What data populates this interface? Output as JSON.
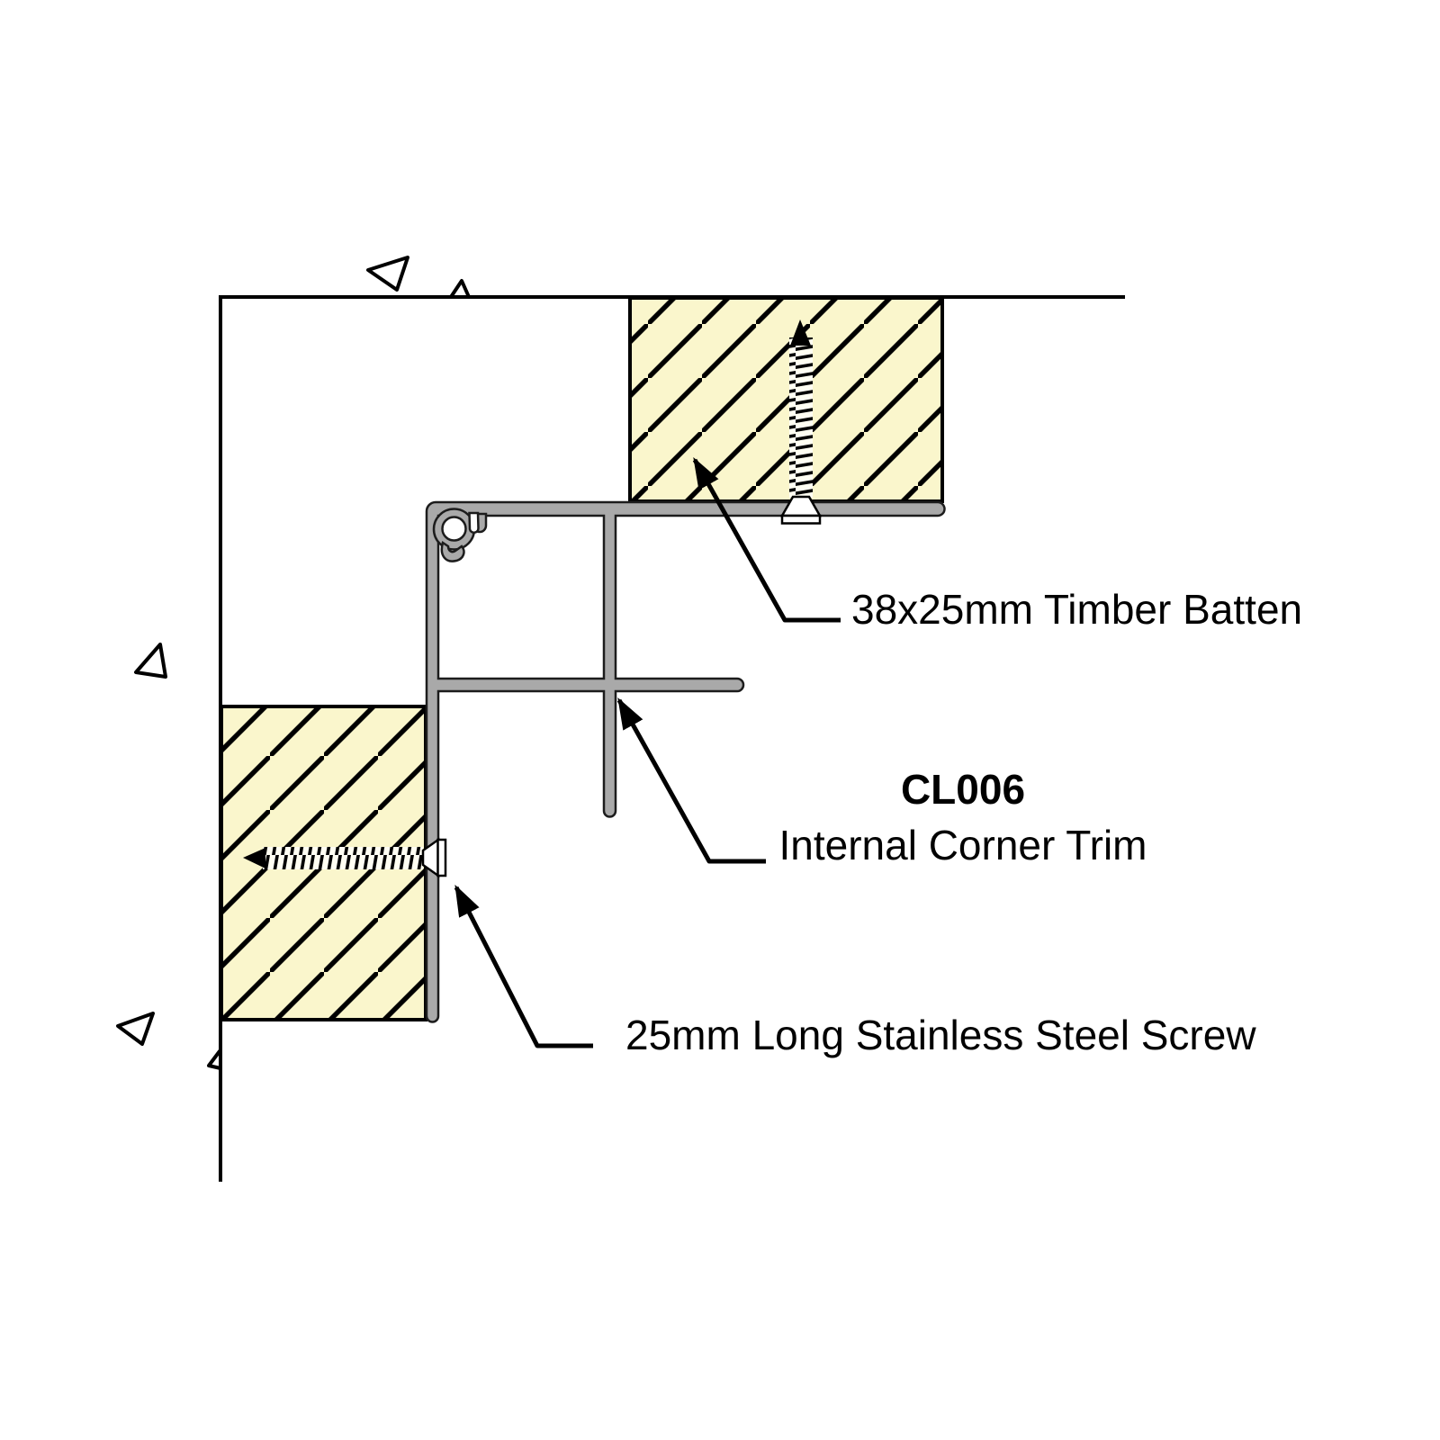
{
  "diagram": {
    "labels": {
      "batten": "38x25mm Timber Batten",
      "part_code": "CL006",
      "part_name": "Internal Corner Trim",
      "screw": "25mm Long Stainless Steel Screw"
    },
    "colors": {
      "background": "#ffffff",
      "line": "#000000",
      "timber_fill": "#faf6cc",
      "trim_fill": "#a9a9a9",
      "trim_outline": "#1c1c1c"
    }
  }
}
